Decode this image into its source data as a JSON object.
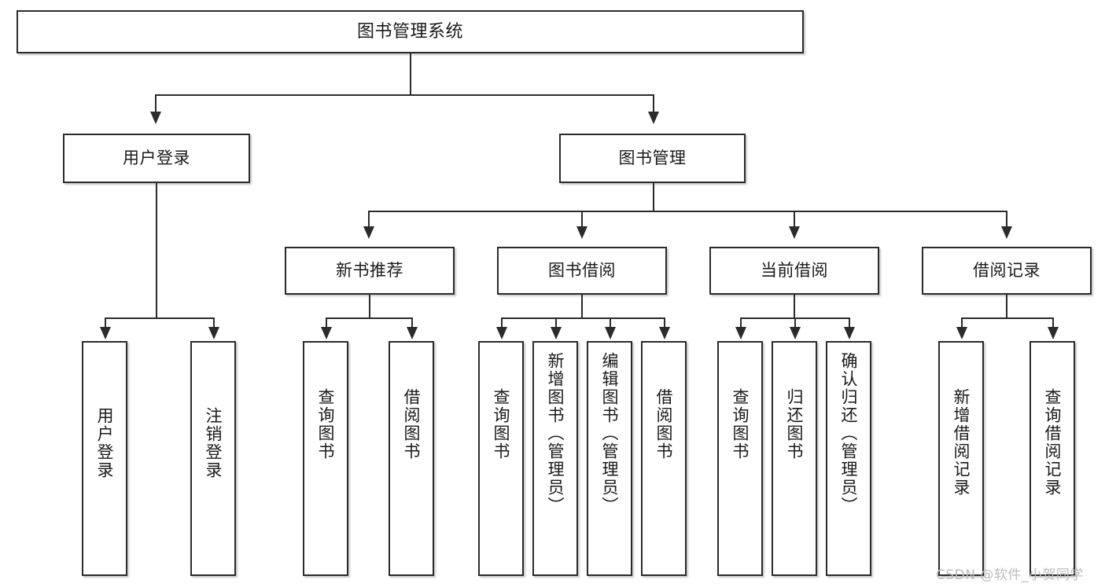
{
  "diagram": {
    "title": "图书管理系统",
    "type": "hierarchy-tree",
    "root": {
      "label": "图书管理系统"
    },
    "level2": [
      {
        "label": "用户登录"
      },
      {
        "label": "图书管理"
      }
    ],
    "level3": [
      {
        "label": "新书推荐"
      },
      {
        "label": "图书借阅"
      },
      {
        "label": "当前借阅"
      },
      {
        "label": "借阅记录"
      }
    ],
    "leaves": {
      "user_login": [
        {
          "label": "用户登录"
        },
        {
          "label": "注销登录"
        }
      ],
      "new_book": [
        {
          "label": "查询图书"
        },
        {
          "label": "借阅图书"
        }
      ],
      "book_borrow": [
        {
          "label": "查询图书"
        },
        {
          "label": "新增图书（管理员）"
        },
        {
          "label": "编辑图书（管理员）"
        },
        {
          "label": "借阅图书"
        }
      ],
      "current_borrow": [
        {
          "label": "查询图书"
        },
        {
          "label": "归还图书"
        },
        {
          "label": "确认归还（管理员）"
        }
      ],
      "borrow_record": [
        {
          "label": "新增借阅记录"
        },
        {
          "label": "查询借阅记录"
        }
      ]
    }
  },
  "watermark": {
    "text": "CSDN @软件_小贺同学"
  },
  "colors": {
    "line": "#2b2b2b",
    "box_fill": "#ffffff",
    "text": "#1a1a1a",
    "watermark": "#b9bcc0"
  }
}
